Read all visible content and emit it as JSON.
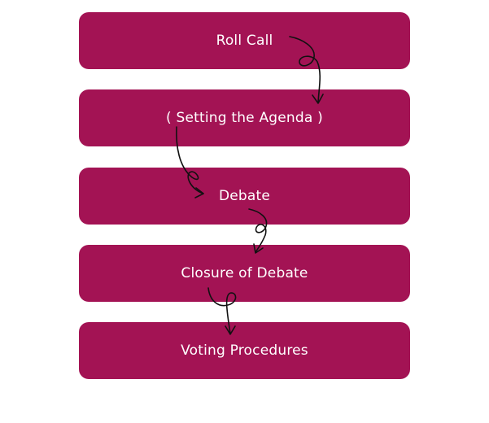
{
  "steps": [
    {
      "label": "Roll Call"
    },
    {
      "label": "( Setting the Agenda )"
    },
    {
      "label": "Debate"
    },
    {
      "label": "Closure of Debate"
    },
    {
      "label": "Voting Procedures"
    }
  ],
  "colors": {
    "box": "#A31354",
    "text": "#FFFFFF",
    "arrow": "#111111"
  }
}
